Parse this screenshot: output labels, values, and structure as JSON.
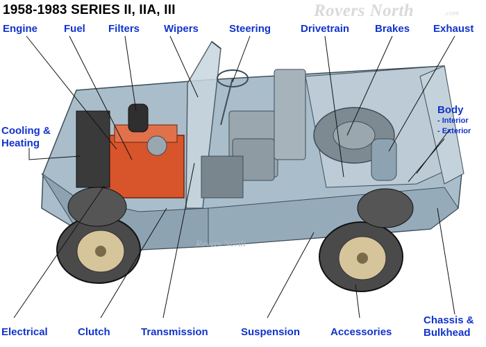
{
  "page": {
    "title": "1958-1983 SERIES II, IIA, III",
    "brand": "Rovers North",
    "brand_suffix": ".com",
    "watermark": "Rovers North"
  },
  "categories": {
    "engine": "Engine",
    "fuel": "Fuel",
    "filters": "Filters",
    "wipers": "Wipers",
    "steering": "Steering",
    "drivetrain": "Drivetrain",
    "brakes": "Brakes",
    "exhaust": "Exhaust",
    "cooling_line1": "Cooling &",
    "cooling_line2": "Heating",
    "body": "Body",
    "body_interior": "- Interior",
    "body_exterior": "- Exterior",
    "electrical": "Electrical",
    "clutch": "Clutch",
    "transmission": "Transmission",
    "suspension": "Suspension",
    "accessories": "Accessories",
    "chassis_line1": "Chassis &",
    "chassis_line2": "Bulkhead"
  },
  "colors": {
    "link": "#1133cc",
    "body_paint": "#9fb4c2",
    "engine_orange": "#d8542a",
    "tire": "#4a4a4a",
    "wheel": "#d6c49a"
  }
}
